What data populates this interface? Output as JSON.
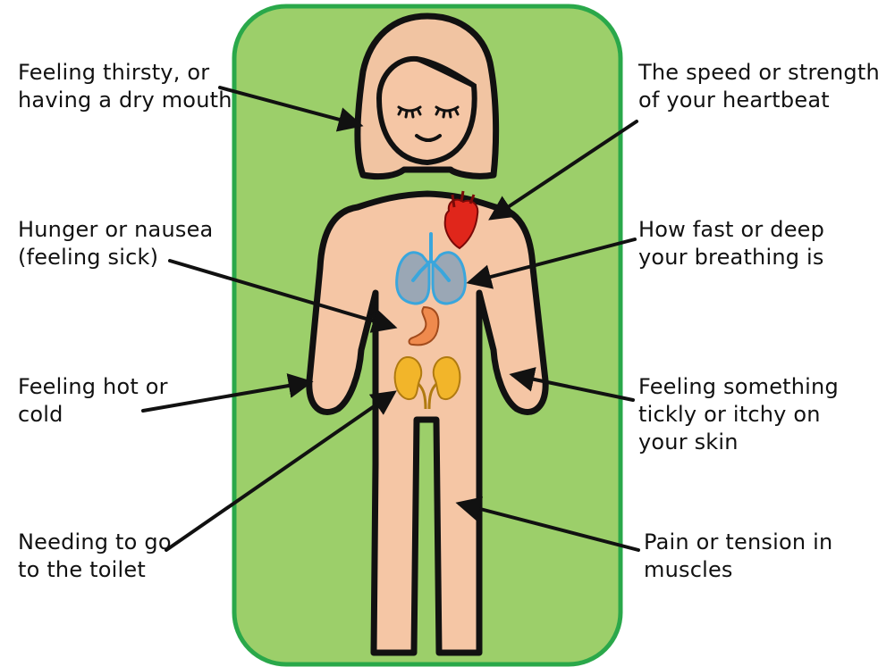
{
  "colors": {
    "panel_fill": "#9ccf6a",
    "panel_border": "#2aa84a",
    "skin": "#f5c6a5",
    "hair": "#f1c4a2",
    "outline": "#111111",
    "heart": "#e0261b",
    "lungs": "#9aa7b5",
    "lungs_outline": "#3aa6dc",
    "stomach": "#ef8a4d",
    "kidneys": "#f2b52a"
  },
  "icons": [
    "heart-icon",
    "lungs-icon",
    "stomach-icon",
    "kidneys-icon"
  ],
  "labels": {
    "thirst": [
      "Feeling thirsty, or",
      "having a dry mouth"
    ],
    "heartbeat": [
      "The speed or strength",
      "of your heartbeat"
    ],
    "hunger": [
      "Hunger or nausea",
      "(feeling sick)"
    ],
    "breathing": [
      "How fast or deep",
      "your breathing is"
    ],
    "temperature": [
      "Feeling hot or",
      "cold"
    ],
    "skin": [
      "Feeling something",
      "tickly or itchy on",
      "your skin"
    ],
    "toilet": [
      "Needing to go",
      "to the toilet"
    ],
    "muscles": [
      "Pain or tension in",
      "muscles"
    ]
  }
}
